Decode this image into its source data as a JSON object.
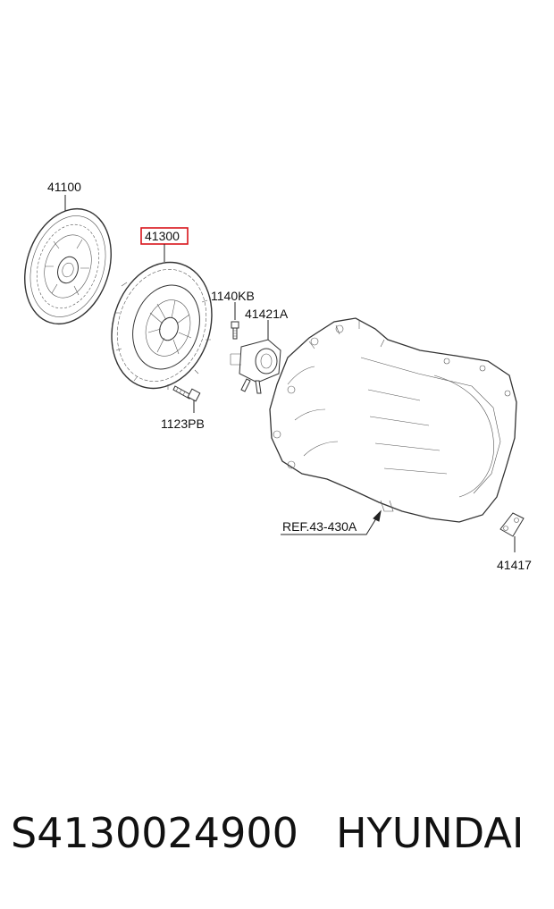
{
  "callouts": {
    "clutch_disc": "41100",
    "clutch_cover": "41300",
    "bolt_top": "1140KB",
    "release_cylinder": "41421A",
    "bolt_bottom": "1123PB",
    "transaxle_ref": "REF.43-430A",
    "cover_plate": "41417"
  },
  "footer": {
    "part_number": "S4130024900",
    "brand": "HYUNDAI"
  },
  "colors": {
    "highlight": "#d9141b",
    "line": "#222222"
  }
}
